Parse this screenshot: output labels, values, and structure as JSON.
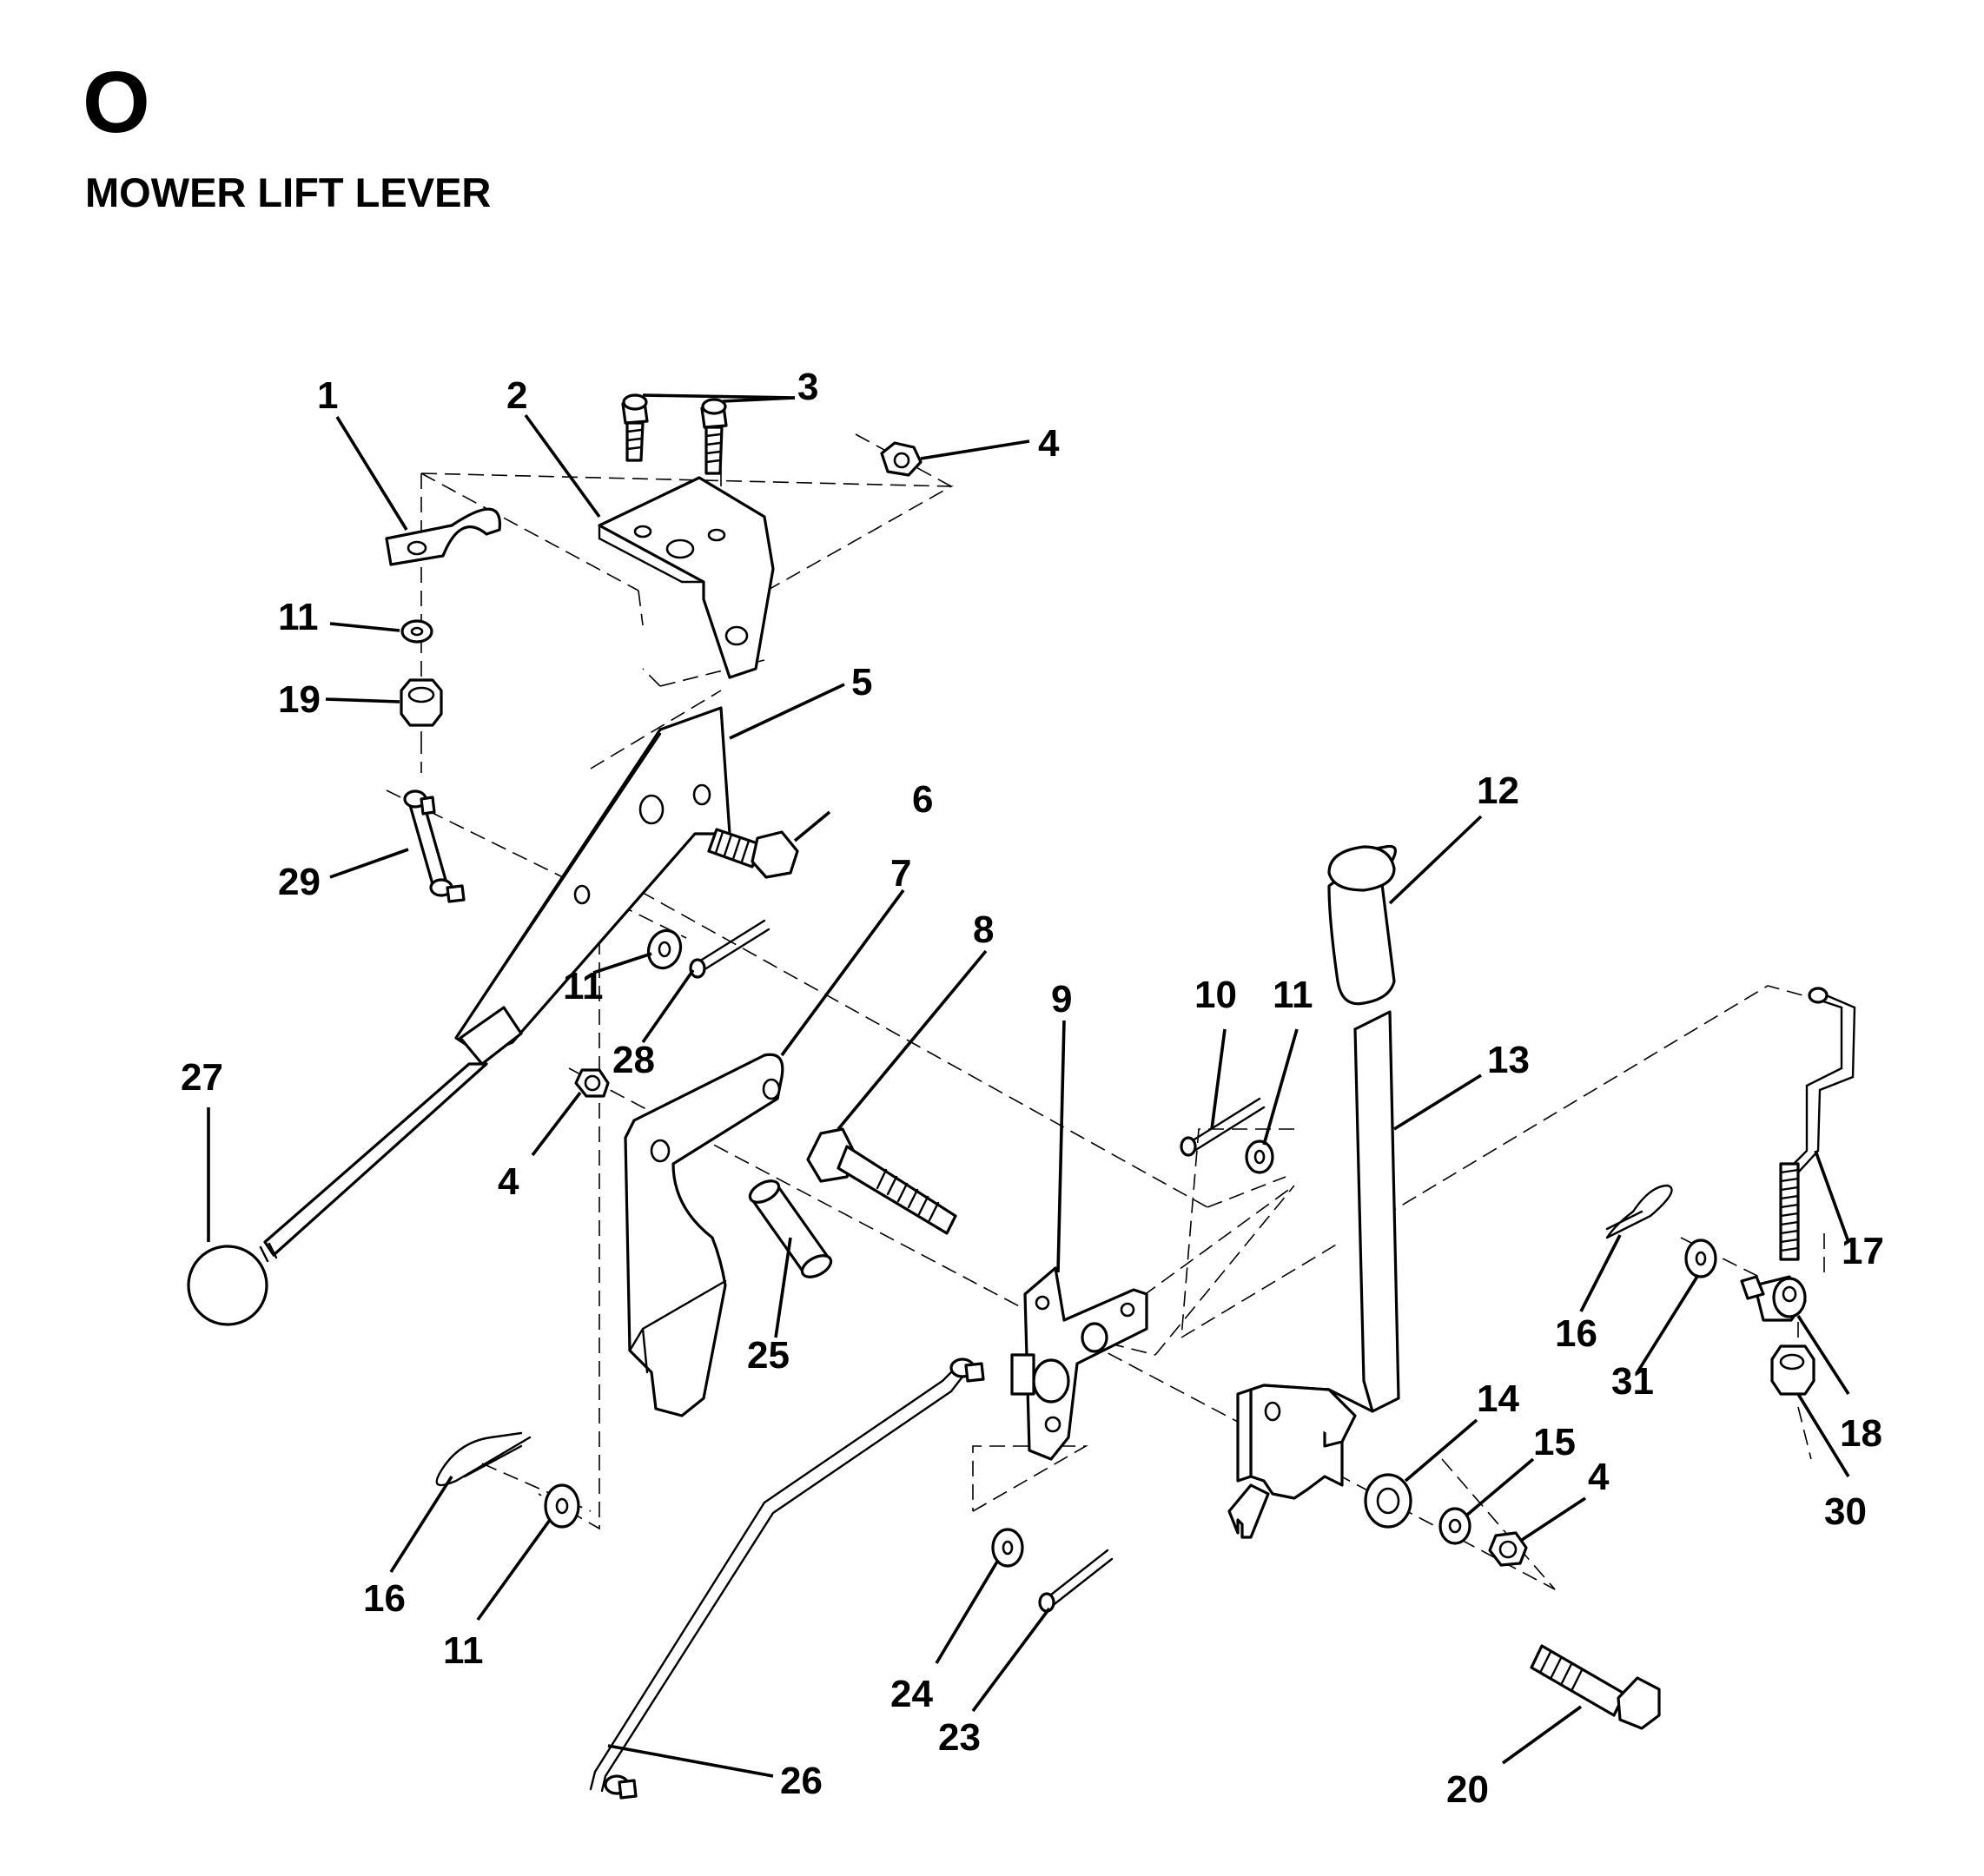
{
  "section_letter": "O",
  "title": "MOWER LIFT LEVER",
  "callouts": [
    {
      "id": "c1",
      "text": "1"
    },
    {
      "id": "c2",
      "text": "2"
    },
    {
      "id": "c3",
      "text": "3"
    },
    {
      "id": "c4a",
      "text": "4"
    },
    {
      "id": "c5",
      "text": "5"
    },
    {
      "id": "c6",
      "text": "6"
    },
    {
      "id": "c7",
      "text": "7"
    },
    {
      "id": "c8",
      "text": "8"
    },
    {
      "id": "c9",
      "text": "9"
    },
    {
      "id": "c10",
      "text": "10"
    },
    {
      "id": "c11a",
      "text": "11"
    },
    {
      "id": "c12",
      "text": "12"
    },
    {
      "id": "c13",
      "text": "13"
    },
    {
      "id": "c11b",
      "text": "11"
    },
    {
      "id": "c19",
      "text": "19"
    },
    {
      "id": "c29",
      "text": "29"
    },
    {
      "id": "c11c",
      "text": "11"
    },
    {
      "id": "c28",
      "text": "28"
    },
    {
      "id": "c27",
      "text": "27"
    },
    {
      "id": "c4b",
      "text": "4"
    },
    {
      "id": "c25",
      "text": "25"
    },
    {
      "id": "c17",
      "text": "17"
    },
    {
      "id": "c16a",
      "text": "16"
    },
    {
      "id": "c31",
      "text": "31"
    },
    {
      "id": "c18",
      "text": "18"
    },
    {
      "id": "c14",
      "text": "14"
    },
    {
      "id": "c15",
      "text": "15"
    },
    {
      "id": "c4c",
      "text": "4"
    },
    {
      "id": "c30",
      "text": "30"
    },
    {
      "id": "c16b",
      "text": "16"
    },
    {
      "id": "c11d",
      "text": "11"
    },
    {
      "id": "c24",
      "text": "24"
    },
    {
      "id": "c23",
      "text": "23"
    },
    {
      "id": "c26",
      "text": "26"
    },
    {
      "id": "c20",
      "text": "20"
    }
  ]
}
